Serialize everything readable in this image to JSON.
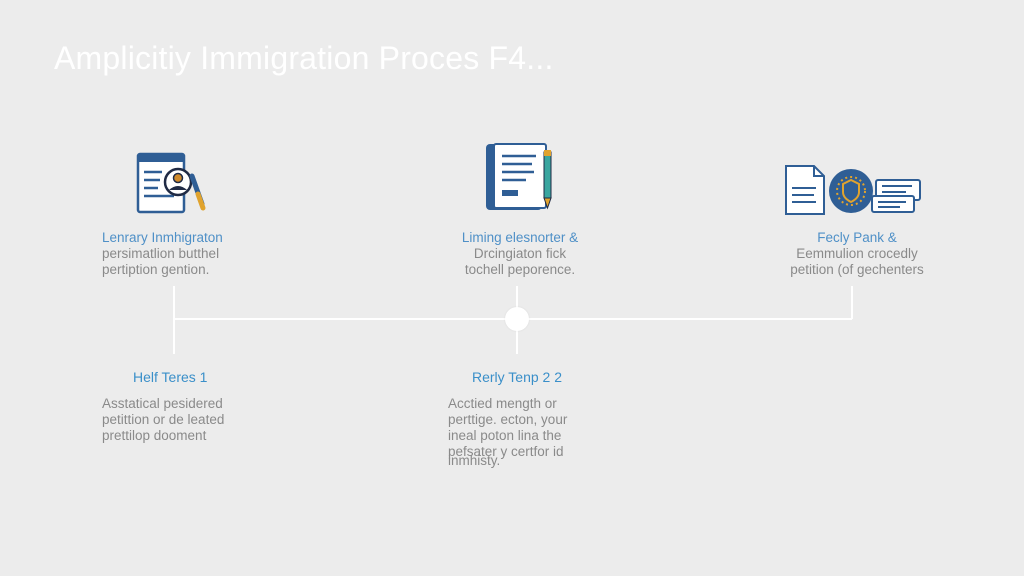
{
  "title": "Amplicitiy Immigration Proces F4...",
  "top_steps": [
    {
      "icon": "document-person-icon",
      "heading": "Lenrary Inmhigraton",
      "lines": [
        "persimatlion butthel",
        "pertiption gention."
      ]
    },
    {
      "icon": "notebook-pen-icon",
      "heading": "Liming elesnorter &",
      "lines": [
        "Drcingiaton fick",
        "tochell peporence."
      ]
    },
    {
      "icon": "documents-emblem-icon",
      "heading": "Fecly Pank &",
      "lines": [
        "Eemmulion crocedly",
        "petition (of gechenters"
      ]
    }
  ],
  "bottom_steps": [
    {
      "heading": "Helf Teres 1",
      "lines": [
        "Asstatical pesidered",
        "petittion or de leated",
        "prettilop dooment"
      ]
    },
    {
      "heading": "Rerly Tenp 2 2",
      "lines": [
        "Acctied mength or",
        "perttige. ecton, your",
        "ineal poton lina the",
        "pefsater y certfor id",
        "inmhisty."
      ]
    }
  ],
  "colors": {
    "background": "#ececec",
    "accent_blue": "#3a8fc9",
    "dark_blue": "#2f5e95",
    "gold": "#e0a32e",
    "teal": "#3aa6a0",
    "text_gray": "#8a8a8a"
  }
}
